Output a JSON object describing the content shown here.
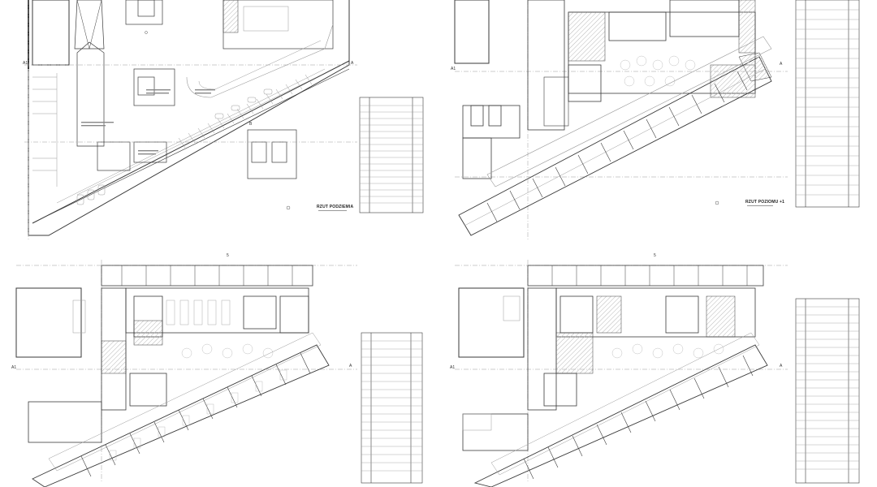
{
  "sheets": [
    {
      "id": "top-left",
      "title": "RZUT PODZIEMIA",
      "axes": {
        "left": "A1",
        "right": "A",
        "mid": "B",
        "top": ""
      }
    },
    {
      "id": "top-right",
      "title": "RZUT POZIOMU +1",
      "axes": {
        "left": "A1",
        "right": "A",
        "mid": "",
        "top": ""
      }
    },
    {
      "id": "bottom-left",
      "title": "",
      "axes": {
        "left": "A1",
        "right": "A",
        "mid": "",
        "top": "5"
      }
    },
    {
      "id": "bottom-right",
      "title": "",
      "axes": {
        "left": "A1",
        "right": "A",
        "mid": "",
        "top": "5"
      }
    }
  ],
  "colors": {
    "line": "#3a3a3a",
    "light": "#9a9a9a",
    "hatch": "#b8b8b8"
  }
}
